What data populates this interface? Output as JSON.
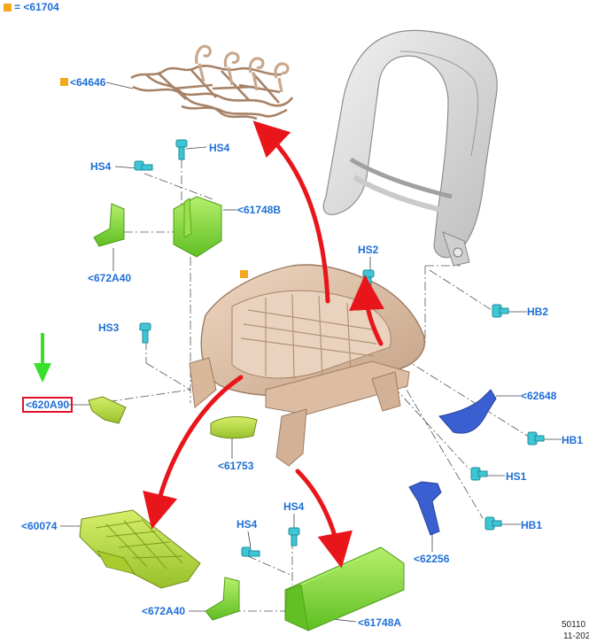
{
  "legend": {
    "marker": "orange-square",
    "text": "= <61704"
  },
  "labels": {
    "p64646": "<64646",
    "hs4_top": "HS4",
    "hs4_left": "HS4",
    "p61748b": "<61748B",
    "p672a40_top": "<672A40",
    "hs2": "HS2",
    "hb2": "HB2",
    "hs3": "HS3",
    "p620a90": "<620A90",
    "p62648": "<62648",
    "hb1_a": "HB1",
    "p61753": "<61753",
    "hs1": "HS1",
    "p60074": "<60074",
    "hs4_b1": "HS4",
    "hs4_b2": "HS4",
    "p62256": "<62256",
    "hb1_b": "HB1",
    "p672a40_bot": "<672A40",
    "p61748a": "<61748A"
  },
  "footer": {
    "code": "50110",
    "date": "11-202"
  },
  "colors": {
    "label": "#1f6fd6",
    "green_part": "#7fd13a",
    "blue_part": "#3a5fd0",
    "fastener": "#3ec6d6",
    "frame": "#d9b89c",
    "arrow_red": "#e8161b",
    "arrow_green": "#39e02a",
    "marker": "#f4a81d"
  }
}
